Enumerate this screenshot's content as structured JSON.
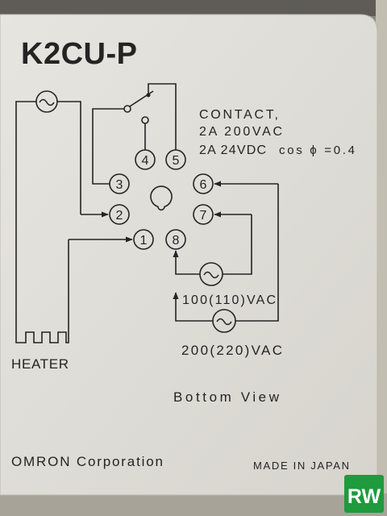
{
  "title": "K2CU-P",
  "contact": {
    "heading": "CONTACT,",
    "rating_ac": "2A 200VAC",
    "rating_dc": "2A 24VDC",
    "power_factor": "cos ϕ =0.4"
  },
  "pins": [
    "1",
    "2",
    "3",
    "4",
    "5",
    "6",
    "7",
    "8"
  ],
  "heater_label": "HEATER",
  "supply": {
    "low": "100(110)VAC",
    "high": "200(220)VAC"
  },
  "view_label": "Bottom View",
  "maker": "OMRON Corporation",
  "origin": "MADE IN JAPAN",
  "badge": "RW",
  "colors": {
    "label": "#dfded8",
    "ink": "#242424",
    "badge": "#1f9a3c",
    "frame": "#8e8a80"
  }
}
